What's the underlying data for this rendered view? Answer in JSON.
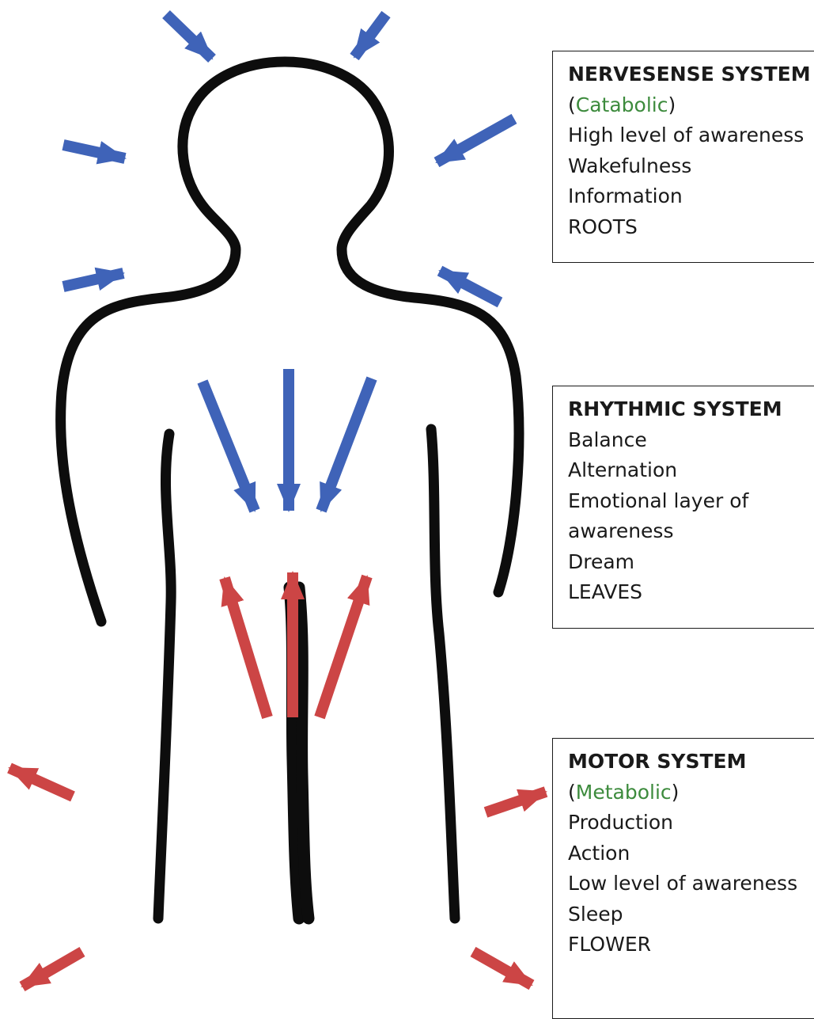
{
  "boxes": {
    "nervesense": {
      "title": "NERVESENSE SYSTEM",
      "paren_open": "(",
      "paren_term": "Catabolic",
      "paren_close": ")",
      "lines": [
        "High level of awareness",
        "Wakefulness",
        "Information",
        "ROOTS"
      ]
    },
    "rhythmic": {
      "title": "RHYTHMIC SYSTEM",
      "lines": [
        "Balance",
        "Alternation",
        "Emotional layer of",
        "awareness",
        "Dream",
        "LEAVES"
      ]
    },
    "motor": {
      "title": "MOTOR SYSTEM",
      "paren_open": "(",
      "paren_term": "Metabolic",
      "paren_close": ")",
      "lines": [
        "Production",
        "Action",
        "Low level of awareness",
        "Sleep",
        "FLOWER"
      ]
    }
  },
  "colors": {
    "inward_arrow": "#3f63b8",
    "outward_arrow": "#cc4545",
    "outline": "#0d0d0d",
    "paren_term": "#3d8b3d"
  },
  "icons": {
    "inward": "arrow-icon",
    "outward": "arrow-icon"
  }
}
